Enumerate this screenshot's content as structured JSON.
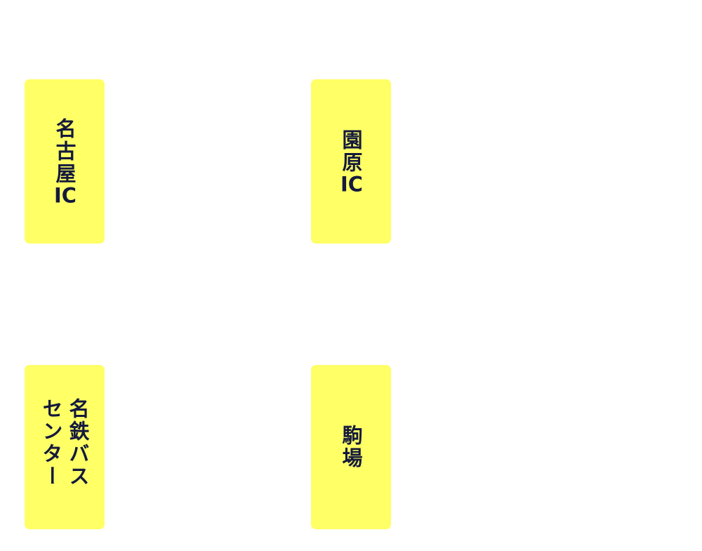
{
  "stations": [
    {
      "name": "名古屋",
      "suffix": "IC"
    },
    {
      "name": "園原",
      "suffix": "IC"
    },
    {
      "name": "名鉄バスセンター",
      "suffix": ""
    },
    {
      "name": "駒場",
      "suffix": ""
    }
  ],
  "colors": {
    "card": "#ffff66",
    "text": "#141a3c"
  }
}
